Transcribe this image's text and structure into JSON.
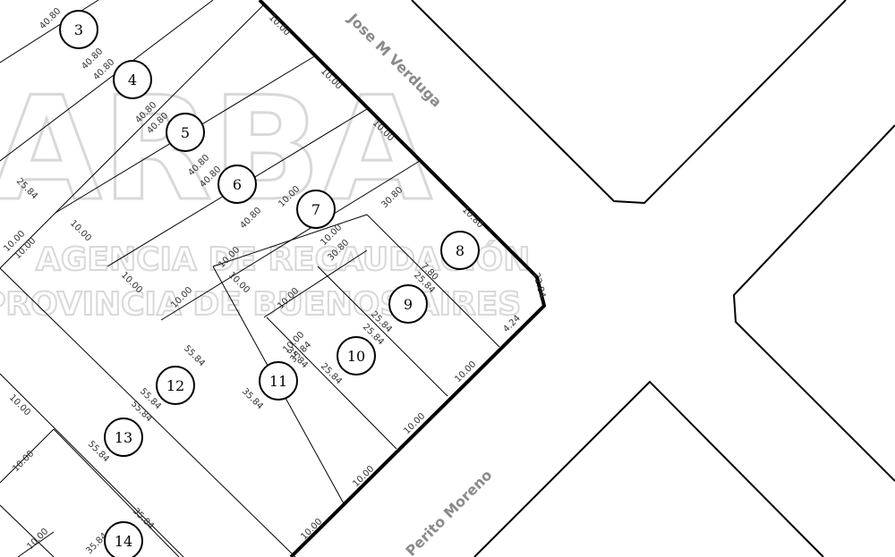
{
  "watermark": {
    "logo": "ARBA",
    "line1": "AGENCIA DE RECAUDACIÓN",
    "line2": "PROVINCIA DE BUENOS AIRES"
  },
  "streets": [
    {
      "name": "Jose M Verduga"
    },
    {
      "name": "Perito Moreno"
    }
  ],
  "parcels": [
    "3",
    "4",
    "5",
    "6",
    "7",
    "8",
    "9",
    "10",
    "11",
    "12",
    "13",
    "14"
  ],
  "dimensions": [
    "40.80",
    "40.80",
    "40.80",
    "40.80",
    "40.80",
    "40.80",
    "40.80",
    "40.80",
    "10.00",
    "10.00",
    "10.00",
    "10.00",
    "10.00",
    "30.80",
    "30.80",
    "10.80",
    "22.84",
    "4.24",
    "7.80",
    "25.84",
    "25.84",
    "25.84",
    "25.84",
    "25.84",
    "10.00",
    "10.00",
    "10.00",
    "10.00",
    "10.00",
    "10.00",
    "10.00",
    "10.00",
    "10.00",
    "10.00",
    "10.00",
    "10.00",
    "10.00",
    "10.00",
    "55.84",
    "55.84",
    "55.84",
    "55.84",
    "35.84",
    "35.84",
    "35.84",
    "35.84",
    "35.84",
    "10.00",
    "10.00"
  ]
}
